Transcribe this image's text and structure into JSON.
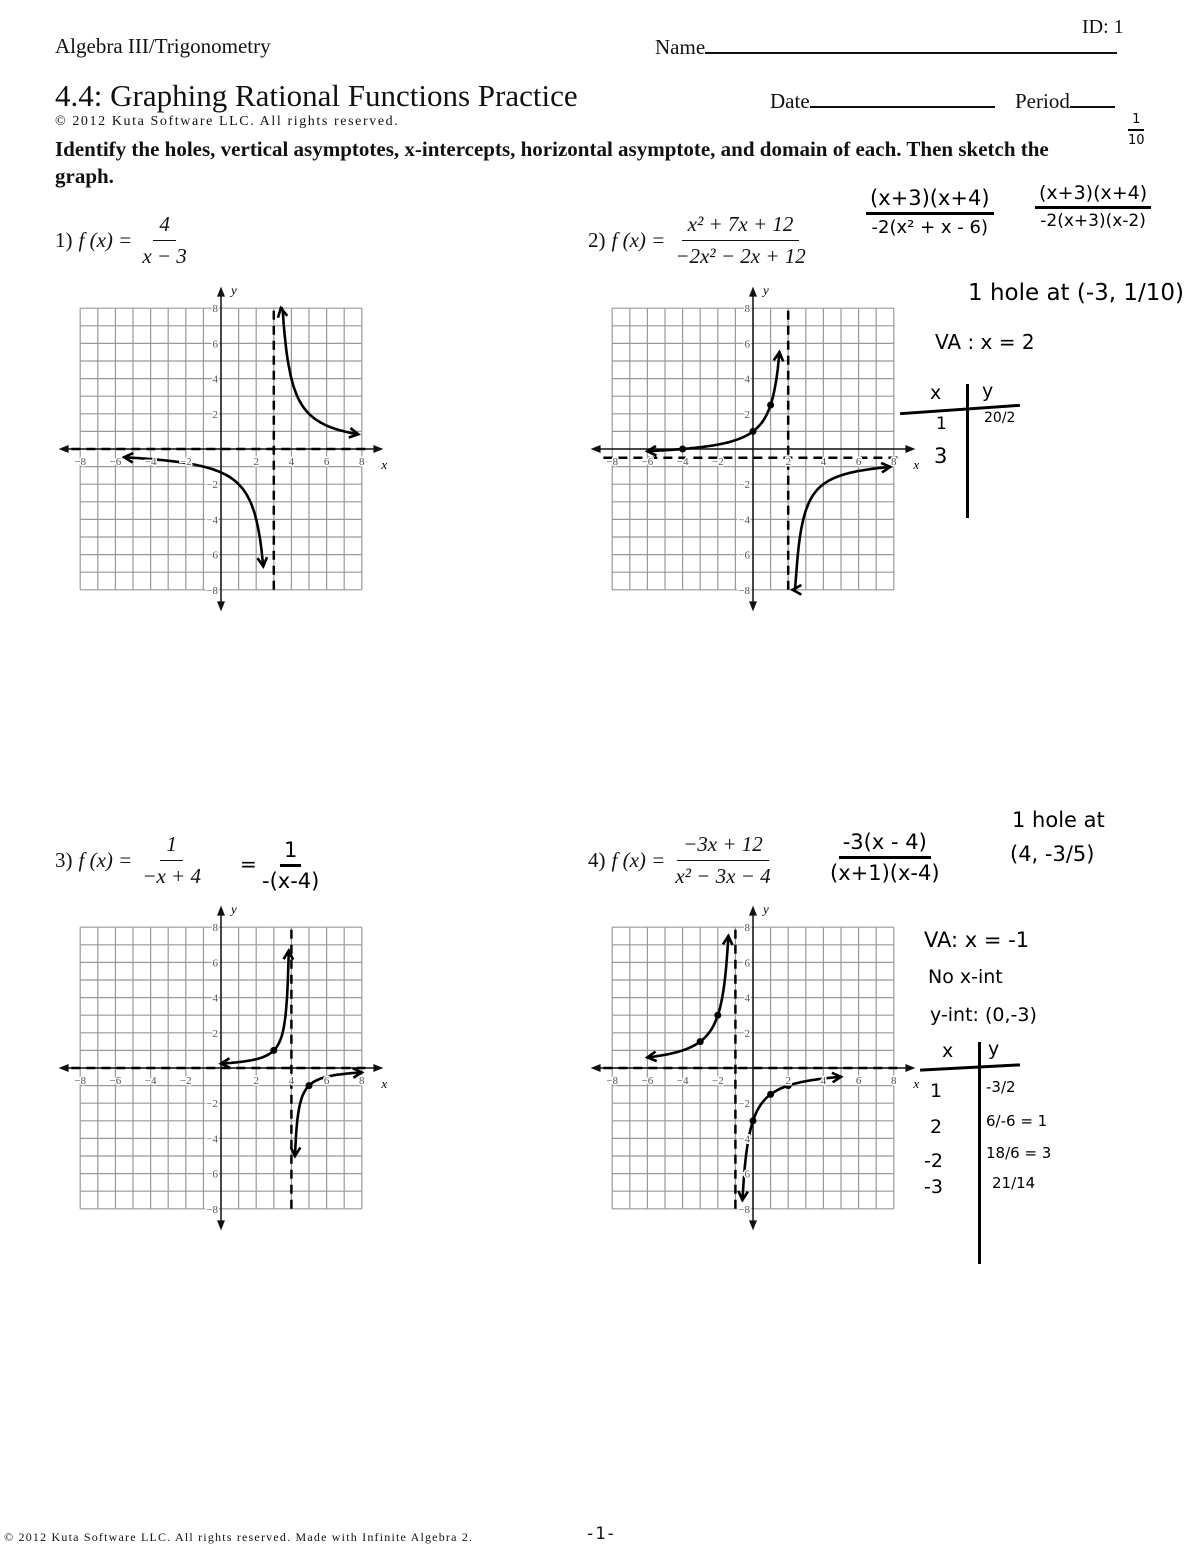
{
  "header": {
    "course": "Algebra III/Trigonometry",
    "name_label": "Name",
    "id_label": "ID: 1",
    "title": "4.4:  Graphing Rational Functions Practice",
    "date_label": "Date",
    "period_label": "Period",
    "copyright": "© 2012 Kuta Software LLC.  All rights reserved.",
    "instructions": "Identify the holes, vertical asymptotes, x-intercepts, horizontal asymptote, and domain of each.  Then sketch the graph."
  },
  "problems": [
    {
      "label": "1)",
      "fname": "f (x) =",
      "numerator": "4",
      "denominator": "x − 3",
      "sketch": {
        "va": 3,
        "ha": 0
      }
    },
    {
      "label": "2)",
      "fname": "f (x) =",
      "numerator": "x² + 7x + 12",
      "denominator": "−2x² − 2x + 12",
      "sketch": {
        "va": 2,
        "ha": -0.5,
        "points": [
          [
            -4,
            0
          ],
          [
            0,
            1
          ],
          [
            1,
            2.5
          ]
        ]
      }
    },
    {
      "label": "3)",
      "fname": "f (x) =",
      "numerator": "1",
      "denominator": "−x + 4",
      "sketch": {
        "va": 4,
        "ha": 0,
        "points": [
          [
            3,
            1
          ],
          [
            5,
            -1
          ]
        ]
      }
    },
    {
      "label": "4)",
      "fname": "f (x) =",
      "numerator": "−3x + 12",
      "denominator": "x² − 3x − 4",
      "sketch": {
        "va": -1,
        "ha": 0,
        "points": [
          [
            -2,
            3
          ],
          [
            -3,
            1.5
          ],
          [
            0,
            -3
          ],
          [
            1,
            -1.5
          ],
          [
            2,
            -1
          ]
        ]
      }
    }
  ],
  "axes": {
    "x_label": "x",
    "y_label": "y",
    "range": [
      -8,
      8
    ],
    "ticks": [
      "−8",
      "−6",
      "−4",
      "−2",
      "2",
      "4",
      "6",
      "8"
    ]
  },
  "handwriting": {
    "corner_num": "1",
    "corner_den": "10",
    "p2_factor1_num": "(x+3)(x+4)",
    "p2_factor1_den": "-2(x² + x - 6)",
    "p2_factor2_num": "(x+3)(x+4)",
    "p2_factor2_den": "-2(x+3)(x-2)",
    "p2_hole": "1 hole at (-3, 1/10)",
    "p2_va": "VA : x = 2",
    "p2_table_head_x": "x",
    "p2_table_head_y": "y",
    "p2_table_rows": [
      [
        "1",
        "20/2"
      ],
      [
        "3",
        ""
      ]
    ],
    "p3_eq": "=",
    "p3_num": "1",
    "p3_den": "-(x-4)",
    "p4_factor_num": "-3(x - 4)",
    "p4_factor_den": "(x+1)(x-4)",
    "p4_hole_line1": "1 hole at",
    "p4_hole_line2": "(4, -3/5)",
    "p4_va": "VA: x = -1",
    "p4_xint": "No x-int",
    "p4_yint": "y-int: (0,-3)",
    "p4_table_head_x": "x",
    "p4_table_head_y": "y",
    "p4_table_rows": [
      [
        "1",
        "-3/2"
      ],
      [
        "2",
        "6/-6 = 1"
      ],
      [
        "-2",
        "18/6 = 3"
      ],
      [
        "-3",
        "21/14"
      ]
    ]
  },
  "footer": {
    "copyright": "© 2012 Kuta Software LLC.  All rights reserved.  Made with Infinite Algebra 2.",
    "page": "-1-"
  }
}
